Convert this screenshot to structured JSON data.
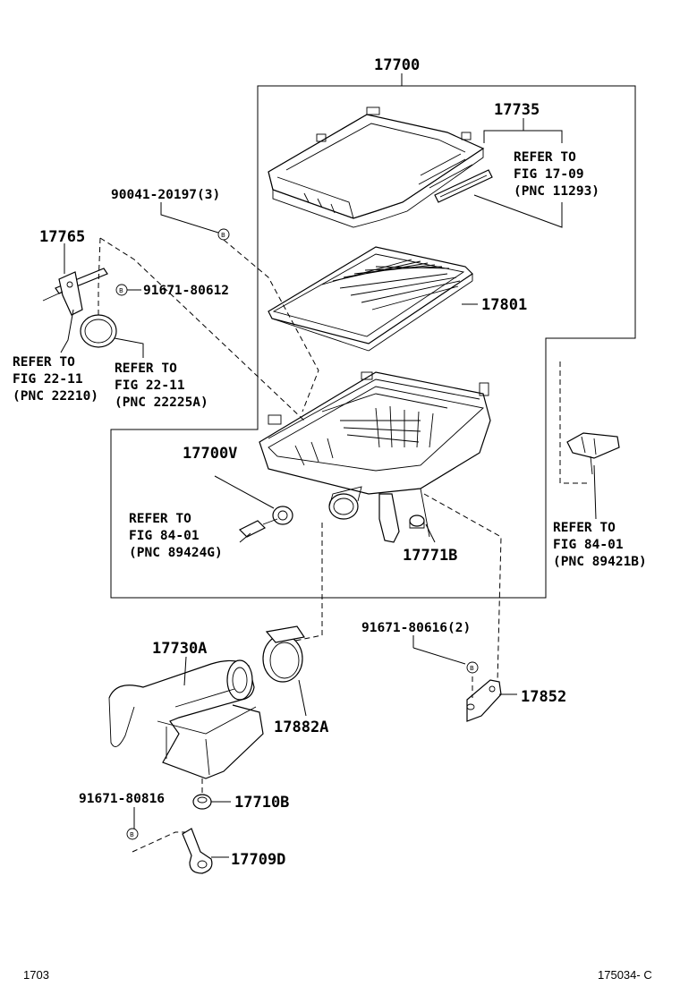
{
  "labels": {
    "p17700": "17700",
    "p17735": "17735",
    "p90041": "90041-20197(3)",
    "p17765": "17765",
    "p91671_80612": "91671-80612",
    "p17801": "17801",
    "p17700V": "17700V",
    "p17771B": "17771B",
    "p17730A": "17730A",
    "p17882A": "17882A",
    "p91671_80616": "91671-80616(2)",
    "p17852": "17852",
    "p91671_80816": "91671-80816",
    "p17710B": "17710B",
    "p17709D": "17709D"
  },
  "refs": {
    "fig1709": [
      "REFER TO",
      "FIG 17-09",
      "(PNC 11293)"
    ],
    "fig2211a": [
      "REFER TO",
      "FIG 22-11",
      "(PNC 22210)"
    ],
    "fig2211b": [
      "REFER TO",
      "FIG 22-11",
      "(PNC 22225A)"
    ],
    "fig8401a": [
      "REFER TO",
      "FIG 84-01",
      "(PNC 89424G)"
    ],
    "fig8401b": [
      "REFER TO",
      "FIG 84-01",
      "(PNC 89421B)"
    ]
  },
  "bolt_mark": "B",
  "footer": {
    "page_code": "1703",
    "drawing_id": "175034- C"
  }
}
